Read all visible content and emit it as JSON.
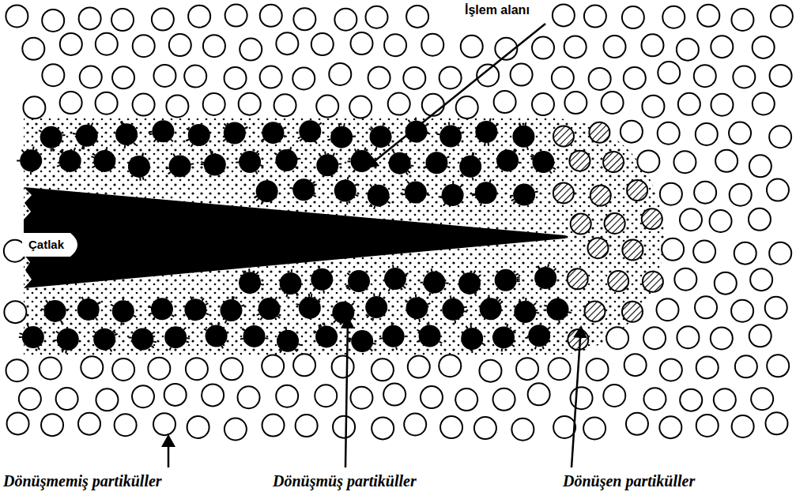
{
  "diagram": {
    "nodes": [
      {
        "text": [
          "Çatlak"
        ]
      }
    ],
    "labels": [
      "İşlem alanı",
      "Dönüşmemiş partiküller",
      "Dönüşmüş partiküller",
      "Dönüşen partiküller"
    ]
  }
}
